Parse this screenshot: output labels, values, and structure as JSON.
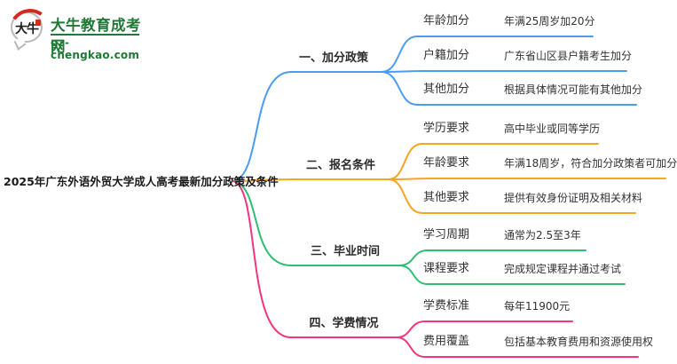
{
  "logo": {
    "icon_text": "大牛",
    "title": "大牛教育成考网",
    "domain": "gz-chengkao.com",
    "brand_color": "#1e7a34",
    "accent_red": "#d52b1e"
  },
  "root": {
    "title": "2025年广东外语外贸大学成人高考最新加分政策及条件"
  },
  "branches": [
    {
      "label": "一、加分政策",
      "color": "#4a9bf2",
      "children": [
        {
          "label": "年龄加分",
          "value": "年满25周岁加20分"
        },
        {
          "label": "户籍加分",
          "value": "广东省山区县户籍考生加分"
        },
        {
          "label": "其他加分",
          "value": "根据具体情况可能有其他加分"
        }
      ]
    },
    {
      "label": "二、报名条件",
      "color": "#f6a51e",
      "children": [
        {
          "label": "学历要求",
          "value": "高中毕业或同等学历"
        },
        {
          "label": "年龄要求",
          "value": "年满18周岁，符合加分政策者可加分"
        },
        {
          "label": "其他要求",
          "value": "提供有效身份证明及相关材料"
        }
      ]
    },
    {
      "label": "三、毕业时间",
      "color": "#2dbe71",
      "children": [
        {
          "label": "学习周期",
          "value": "通常为2.5至3年"
        },
        {
          "label": "课程要求",
          "value": "完成规定课程并通过考试"
        }
      ]
    },
    {
      "label": "四、学费情况",
      "color": "#f0367e",
      "children": [
        {
          "label": "学费标准",
          "value": "每年11900元"
        },
        {
          "label": "费用覆盖",
          "value": "包括基本教育费用和资源使用权"
        }
      ]
    }
  ]
}
